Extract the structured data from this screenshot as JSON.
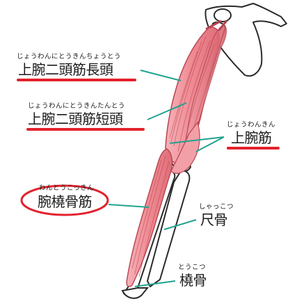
{
  "labels": {
    "biceps_long_head": {
      "ruby": "じょうわんにとうきんちょうとう",
      "term": "上腕二頭筋長頭"
    },
    "biceps_short_head": {
      "ruby": "じょうわんにとうきんたんとう",
      "term": "上腕二頭筋短頭"
    },
    "brachialis": {
      "ruby": "じょうわんきん",
      "term": "上腕筋"
    },
    "brachioradialis": {
      "ruby": "わんとうこっきん",
      "term": "腕橈骨筋"
    },
    "ulna": {
      "ruby": "しゃっこつ",
      "term": "尺骨"
    },
    "radius": {
      "ruby": "とうこつ",
      "term": "橈骨"
    }
  },
  "colors": {
    "leader_line": "#1fa38f",
    "highlight": "#e3222d",
    "muscle_fill": "#ee8a93",
    "muscle_fiber": "#c2444f",
    "bone_outline": "#2a2a2a"
  }
}
